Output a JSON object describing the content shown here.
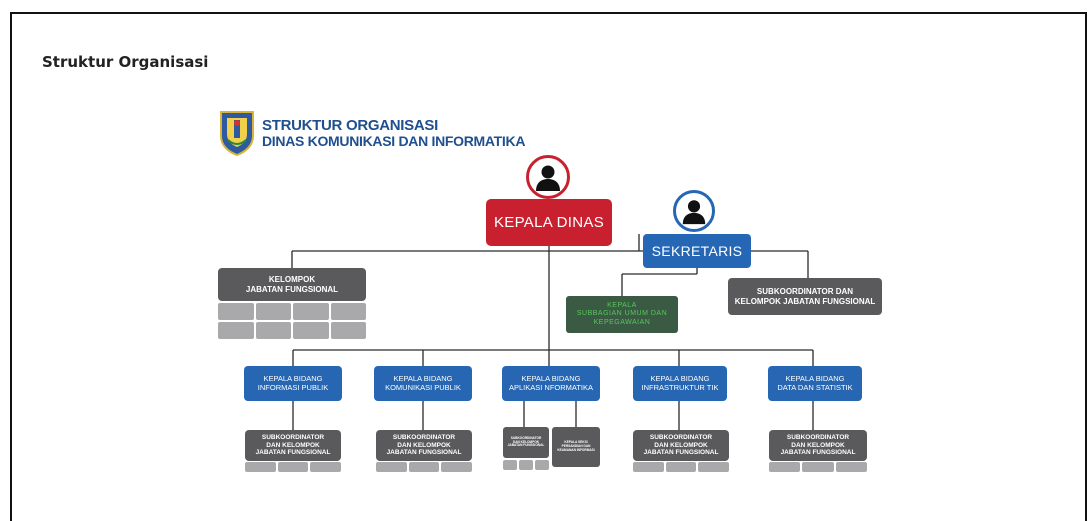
{
  "page": {
    "title": "Struktur Organisasi"
  },
  "header": {
    "line1": "STRUKTUR ORGANISASI",
    "line2": "DINAS KOMUNIKASI DAN INFORMATIKA"
  },
  "nodes": {
    "kepala_dinas": "KEPALA DINAS",
    "sekretaris": "SEKRETARIS",
    "jabfung_kepala": "KELOMPOK\nJABATAN FUNGSIONAL",
    "subag_umum": "KEPALA\nSUBBAGIAN UMUM DAN\nKEPEGAWAIAN",
    "sekretariat_subkoor": "SUBKOORDINATOR DAN\nKELOMPOK JABATAN FUNGSIONAL",
    "bidang_ikp": "KEPALA BIDANG\nINFORMASI PUBLIK",
    "bidang_kp": "KEPALA BIDANG\nKOMUNIKASI PUBLIK",
    "bidang_aptika": "KEPALA BIDANG\nAPLIKASI NFORMATIKA",
    "bidang_infra": "KEPALA BIDANG\nINFRASTRUKTUR TIK",
    "bidang_data": "KEPALA BIDANG\nDATA DAN STATISTIK",
    "subkoor": "SUBKOORDINATOR\nDAN KELOMPOK\nJABATAN FUNGSIONAL",
    "aptika_subkoor_tiny": "SUBKOORDINATOR\nDAN KELOMPOK\nJABATAN FUNGSIONAL",
    "aptika_seksi_tiny": "KEPALA SEKSI\nPERSANDIAN DAN\nKEAMANAN INFORMASI"
  },
  "icons": {
    "logo": "east-java-coat-of-arms-icon",
    "avatar_kepala": "user-avatar-icon",
    "avatar_sekretaris": "user-avatar-icon"
  },
  "colors": {
    "red": "#c8202f",
    "blue": "#2567b4",
    "gray": "#5a5a5c",
    "green_text": "#57c85a",
    "header_blue": "#1f4f8f"
  }
}
